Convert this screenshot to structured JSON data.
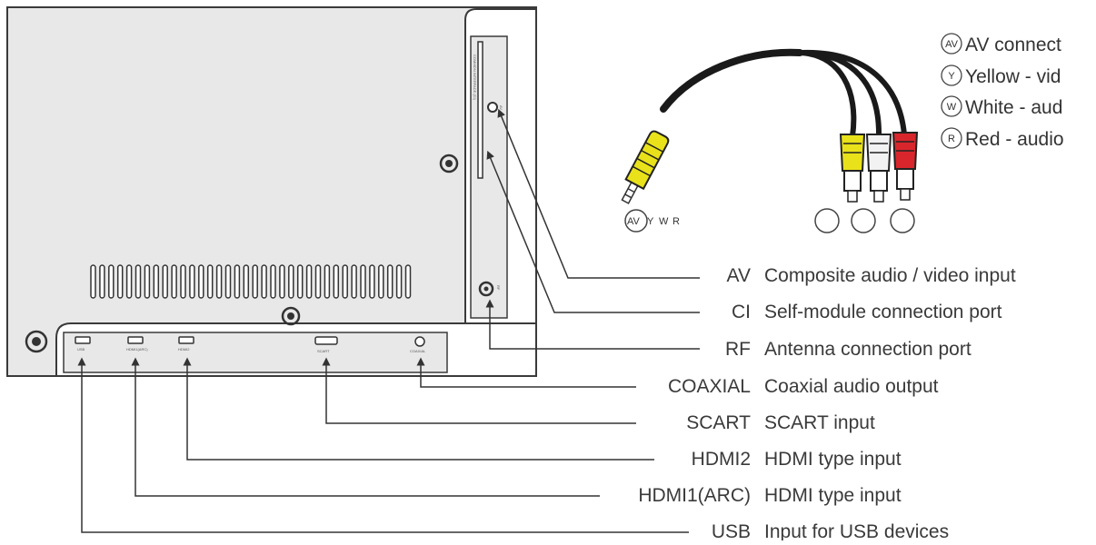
{
  "tv_back_panel": {
    "port_labels": {
      "usb": "USB",
      "hdmi1": "HDMI1(ARC)",
      "hdmi2": "HDMI2",
      "scart": "SCART",
      "coaxial": "COAXIAL",
      "ci_slot": "COMMON INTERFACE (CI)",
      "av": "AV",
      "rf": "RF"
    }
  },
  "cable": {
    "plug_labels": [
      "AV",
      "Y",
      "W",
      "R"
    ]
  },
  "legend": [
    {
      "symbol": "AV",
      "text": "AV connect"
    },
    {
      "symbol": "Y",
      "text": "Yellow - vid"
    },
    {
      "symbol": "W",
      "text": "White - aud"
    },
    {
      "symbol": "R",
      "text": "Red - audio"
    }
  ],
  "callouts": [
    {
      "name": "AV",
      "desc": "Composite audio / video input"
    },
    {
      "name": "CI",
      "desc": "Self-module connection port"
    },
    {
      "name": "RF",
      "desc": "Antenna connection port"
    },
    {
      "name": "COAXIAL",
      "desc": "Coaxial audio output"
    },
    {
      "name": "SCART",
      "desc": "SCART input"
    },
    {
      "name": "HDMI2",
      "desc": "HDMI type input"
    },
    {
      "name": "HDMI1(ARC)",
      "desc": "HDMI type input"
    },
    {
      "name": "USB",
      "desc": "Input for USB devices"
    }
  ],
  "colors": {
    "panel_fill": "#e8e8e8",
    "outline": "#3a3a3a",
    "yellow_plug": "#e9e21a",
    "red_plug": "#d8262c",
    "white_plug": "#f2f2f2",
    "cable_black": "#1a1a1a"
  }
}
